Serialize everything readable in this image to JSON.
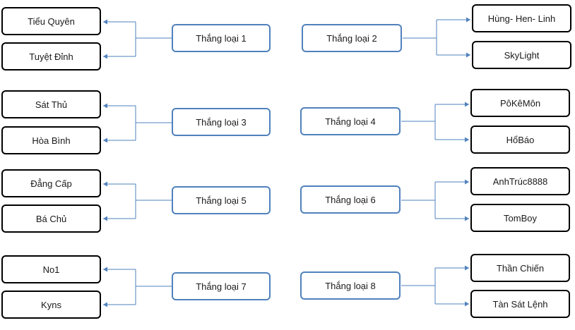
{
  "colors": {
    "team_border": "#000000",
    "winner_border": "#4f81bd",
    "connector": "#4f81bd"
  },
  "bracket": {
    "left": [
      {
        "teams": [
          "Tiểu Quyên",
          "Tuyệt Đỉnh"
        ],
        "winner": "Thắng loại 1"
      },
      {
        "teams": [
          "Sát Thủ",
          "Hòa Bình"
        ],
        "winner": "Thắng loại 3"
      },
      {
        "teams": [
          "Đẳng Cấp",
          "Bá Chủ"
        ],
        "winner": "Thắng loại 5"
      },
      {
        "teams": [
          "No1",
          "Kyns"
        ],
        "winner": "Thắng loại 7"
      }
    ],
    "right": [
      {
        "teams": [
          "Hùng- Hen- Linh",
          "SkyLight"
        ],
        "winner": "Thắng loại 2"
      },
      {
        "teams": [
          "PôKêMôn",
          "HổBáo"
        ],
        "winner": "Thắng loại 4"
      },
      {
        "teams": [
          "AnhTrúc8888",
          "TomBoy"
        ],
        "winner": "Thắng loại 6"
      },
      {
        "teams": [
          "Thần Chiến",
          "Tàn Sát Lệnh"
        ],
        "winner": "Thắng loại 8"
      }
    ]
  }
}
